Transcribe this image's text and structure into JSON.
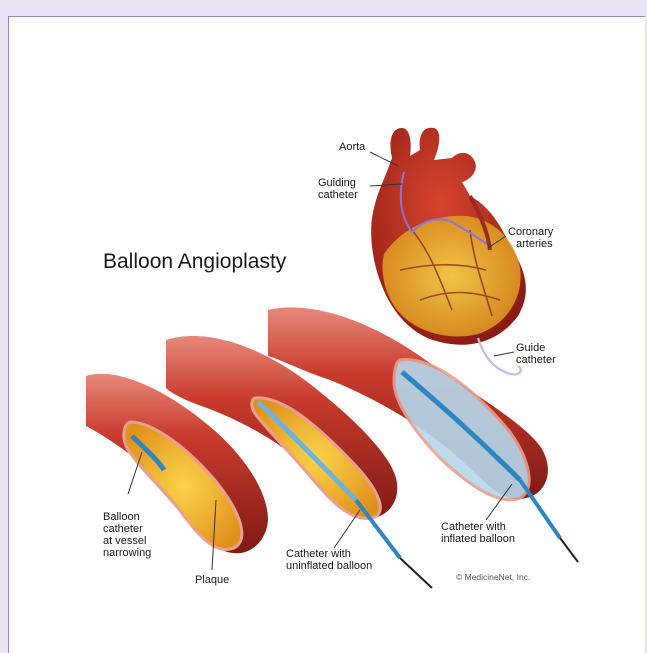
{
  "title": "Balloon Angioplasty",
  "labels": {
    "aorta": "Aorta",
    "guiding_catheter": [
      "Guiding",
      "catheter"
    ],
    "coronary_arteries": [
      "Coronary",
      "arteries"
    ],
    "guide_catheter": [
      "Guide",
      "catheter"
    ],
    "balloon_catheter": [
      "Balloon",
      "catheter",
      "at vessel",
      "narrowing"
    ],
    "plaque": "Plaque",
    "uninflated": [
      "Catheter with",
      "uninflated balloon"
    ],
    "inflated": [
      "Catheter with",
      "inflated balloon"
    ]
  },
  "copyright": "© MedicineNet, Inc.",
  "colors": {
    "page_bg": "#e8e4f4",
    "frame_border": "#9486c4",
    "vessel": "#c0392b",
    "plaque": "#f2b31c",
    "catheter": "#2e86c1"
  }
}
